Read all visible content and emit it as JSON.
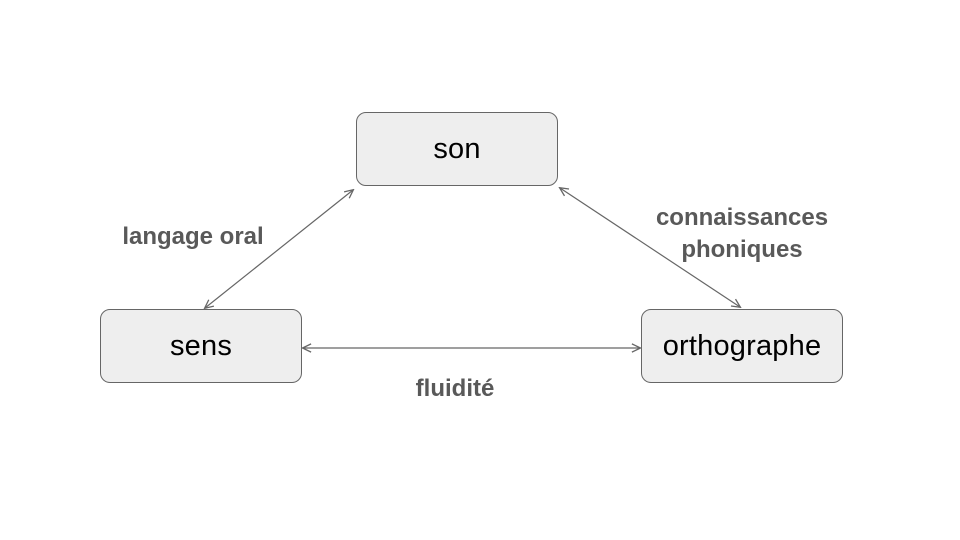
{
  "diagram": {
    "nodes": {
      "son": {
        "label": "son"
      },
      "sens": {
        "label": "sens"
      },
      "orthographe": {
        "label": "orthographe"
      }
    },
    "edge_labels": {
      "sens_son": "langage oral",
      "son_orthographe": "connaissances phoniques",
      "sens_orthographe": "fluidité"
    },
    "colors": {
      "background": "#ffffff",
      "node_fill": "#eeeeee",
      "node_border": "#666666",
      "node_text": "#000000",
      "arrow": "#666666",
      "edge_label_text": "#595959"
    }
  }
}
